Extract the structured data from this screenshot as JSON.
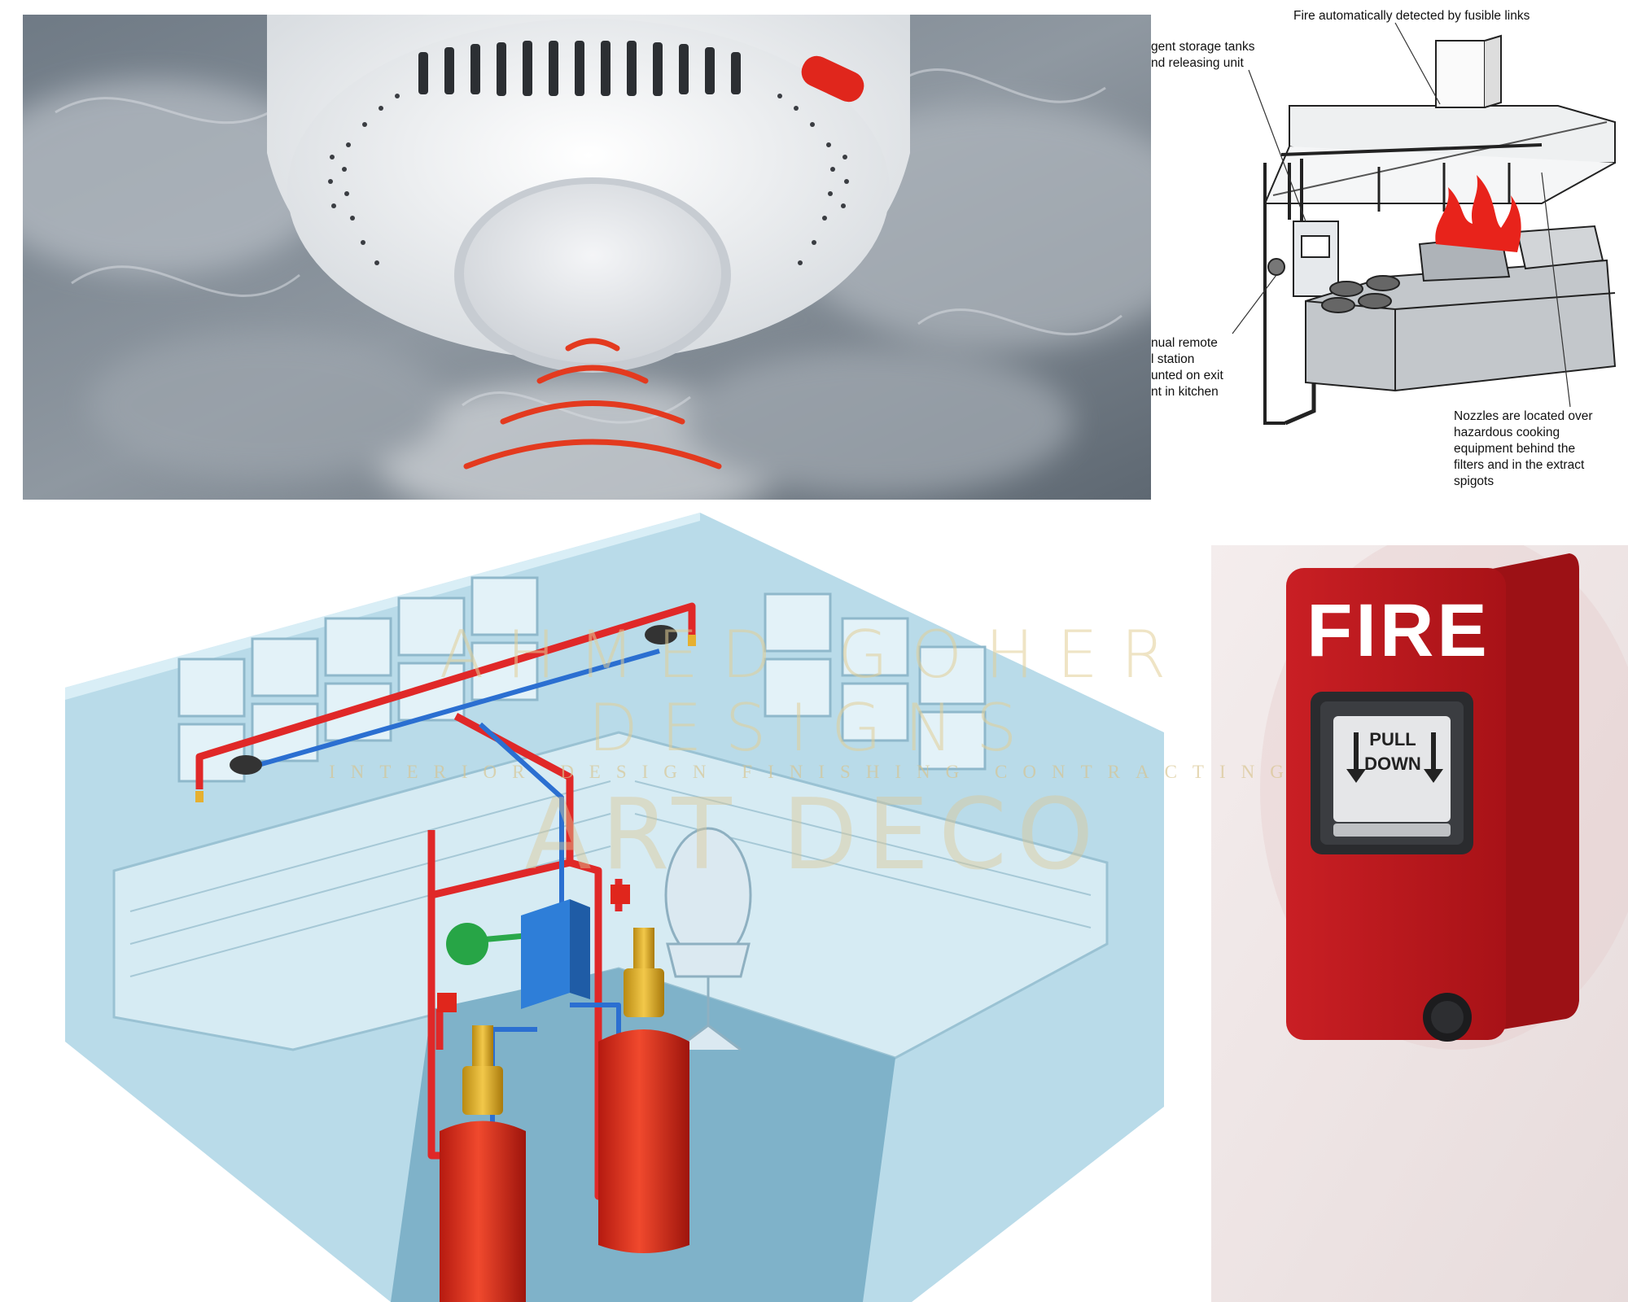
{
  "kitchen_diagram": {
    "label_top": "Fire automatically detected by fusible links",
    "label_tanks": "gent storage tanks\nnd releasing unit",
    "label_station": "nual remote\nl station\nunted on exit\nnt in kitchen",
    "label_nozzles": "Nozzles are located over\nhazardous cooking\nequipment behind the\nfilters and in the extract\nspigots"
  },
  "pull_station": {
    "word": "FIRE",
    "pull": "PULL",
    "down": "DOWN"
  },
  "watermark": {
    "title": "AHMED GOHER DESIGNS",
    "subtitle": "INTERIOR DESIGN   FINISHING   CONTRACTING",
    "emblem": "ART DECO"
  },
  "colors": {
    "alarm_red": "#d8232a",
    "pipe_red": "#e02828",
    "pipe_blue": "#2b6fd1",
    "room_blue": "#b8dcea"
  }
}
